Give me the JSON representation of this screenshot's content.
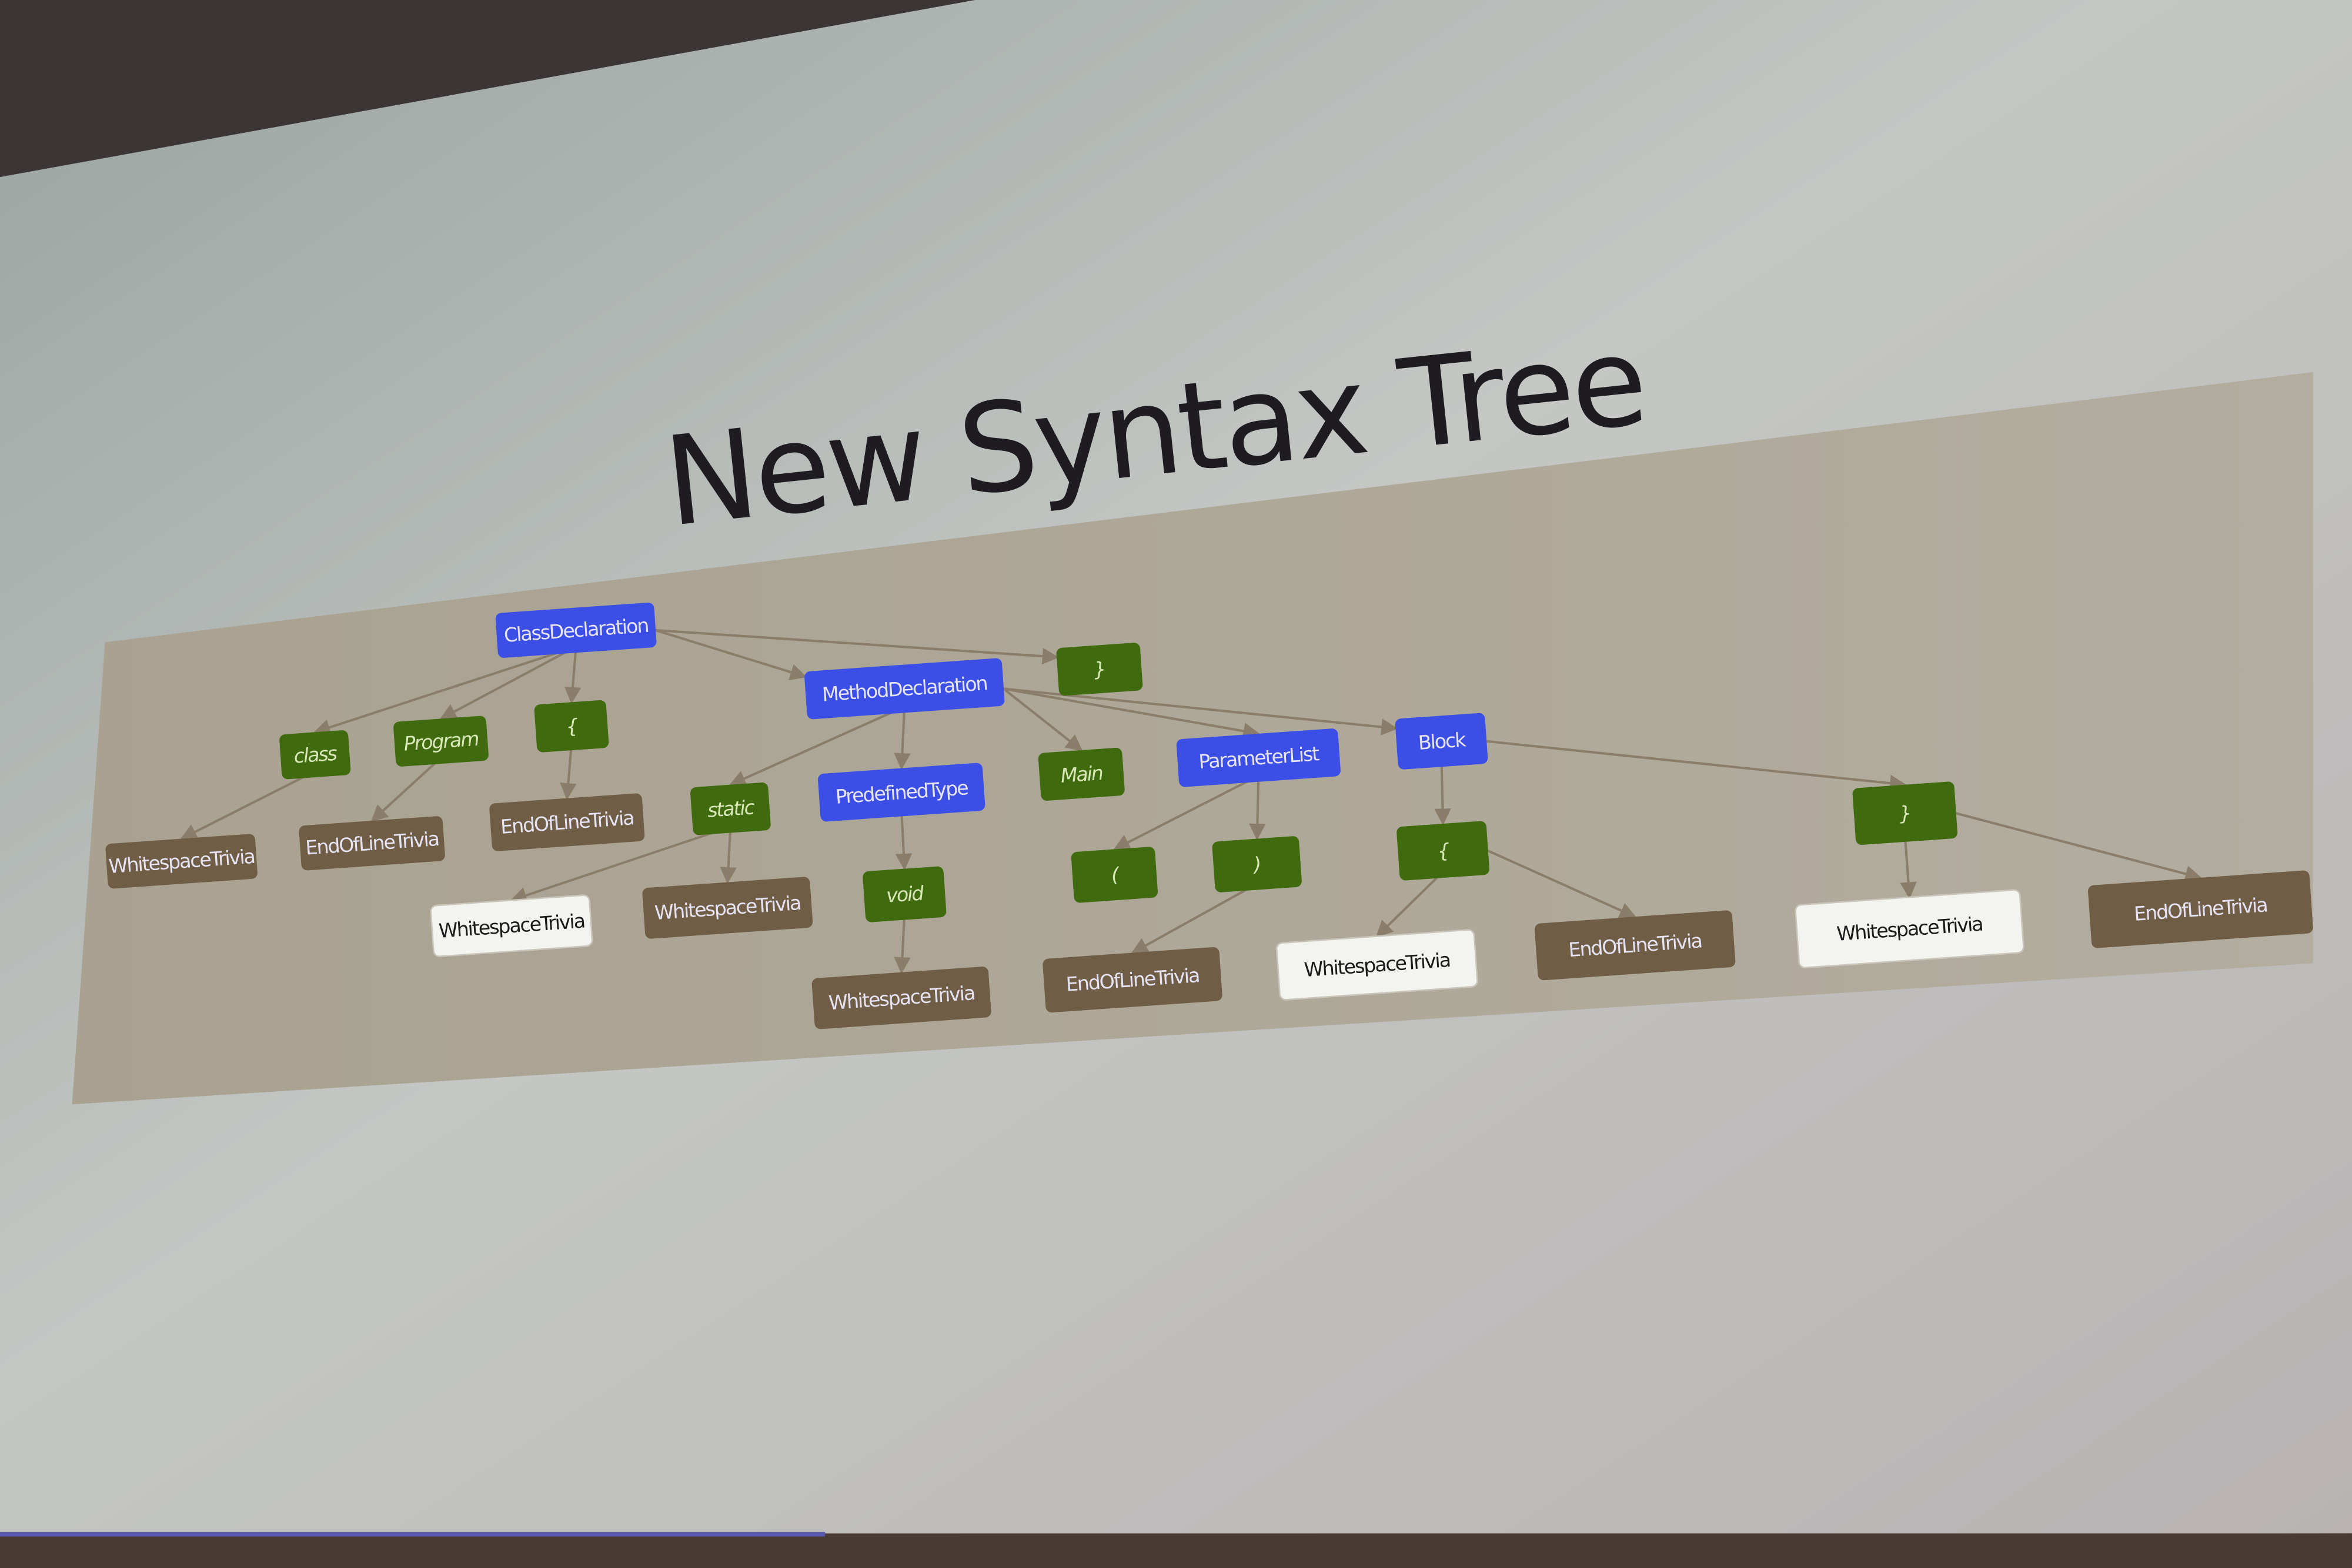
{
  "slide": {
    "title": "New Syntax Tree"
  },
  "colors": {
    "syntax_node": "#3b4ee6",
    "token": "#3f6a0e",
    "trivia_dark": "#6f5d45",
    "trivia_light": "#f3f3ef",
    "edge": "#8a7e6b"
  },
  "tree": {
    "nodes": [
      {
        "label": "ClassDeclaration",
        "kind": "syntax_node"
      },
      {
        "label": "}",
        "kind": "token"
      },
      {
        "label": "MethodDeclaration",
        "kind": "syntax_node"
      },
      {
        "label": "class",
        "kind": "token"
      },
      {
        "label": "Program",
        "kind": "token"
      },
      {
        "label": "{",
        "kind": "token"
      },
      {
        "label": "WhitespaceTrivia",
        "kind": "trivia_dark"
      },
      {
        "label": "EndOfLineTrivia",
        "kind": "trivia_dark"
      },
      {
        "label": "EndOfLineTrivia",
        "kind": "trivia_dark"
      },
      {
        "label": "static",
        "kind": "token"
      },
      {
        "label": "PredefinedType",
        "kind": "syntax_node"
      },
      {
        "label": "Main",
        "kind": "token"
      },
      {
        "label": "ParameterList",
        "kind": "syntax_node"
      },
      {
        "label": "Block",
        "kind": "syntax_node"
      },
      {
        "label": "WhitespaceTrivia",
        "kind": "trivia_light"
      },
      {
        "label": "WhitespaceTrivia",
        "kind": "trivia_dark"
      },
      {
        "label": "void",
        "kind": "token"
      },
      {
        "label": "WhitespaceTrivia",
        "kind": "trivia_dark"
      },
      {
        "label": "(",
        "kind": "token"
      },
      {
        "label": ")",
        "kind": "token"
      },
      {
        "label": "EndOfLineTrivia",
        "kind": "trivia_dark"
      },
      {
        "label": "{",
        "kind": "token"
      },
      {
        "label": "WhitespaceTrivia",
        "kind": "trivia_light"
      },
      {
        "label": "EndOfLineTrivia",
        "kind": "trivia_dark"
      },
      {
        "label": "}",
        "kind": "token"
      },
      {
        "label": "WhitespaceTrivia",
        "kind": "trivia_light"
      },
      {
        "label": "EndOfLineTrivia",
        "kind": "trivia_dark"
      }
    ],
    "edges": [
      [
        0,
        3
      ],
      [
        0,
        4
      ],
      [
        0,
        5
      ],
      [
        0,
        2
      ],
      [
        0,
        1
      ],
      [
        3,
        6
      ],
      [
        4,
        7
      ],
      [
        5,
        8
      ],
      [
        2,
        9
      ],
      [
        2,
        10
      ],
      [
        2,
        11
      ],
      [
        2,
        12
      ],
      [
        2,
        13
      ],
      [
        9,
        14
      ],
      [
        9,
        15
      ],
      [
        10,
        16
      ],
      [
        16,
        17
      ],
      [
        12,
        18
      ],
      [
        12,
        19
      ],
      [
        19,
        20
      ],
      [
        13,
        21
      ],
      [
        13,
        24
      ],
      [
        21,
        22
      ],
      [
        21,
        23
      ],
      [
        24,
        25
      ],
      [
        24,
        26
      ]
    ]
  }
}
